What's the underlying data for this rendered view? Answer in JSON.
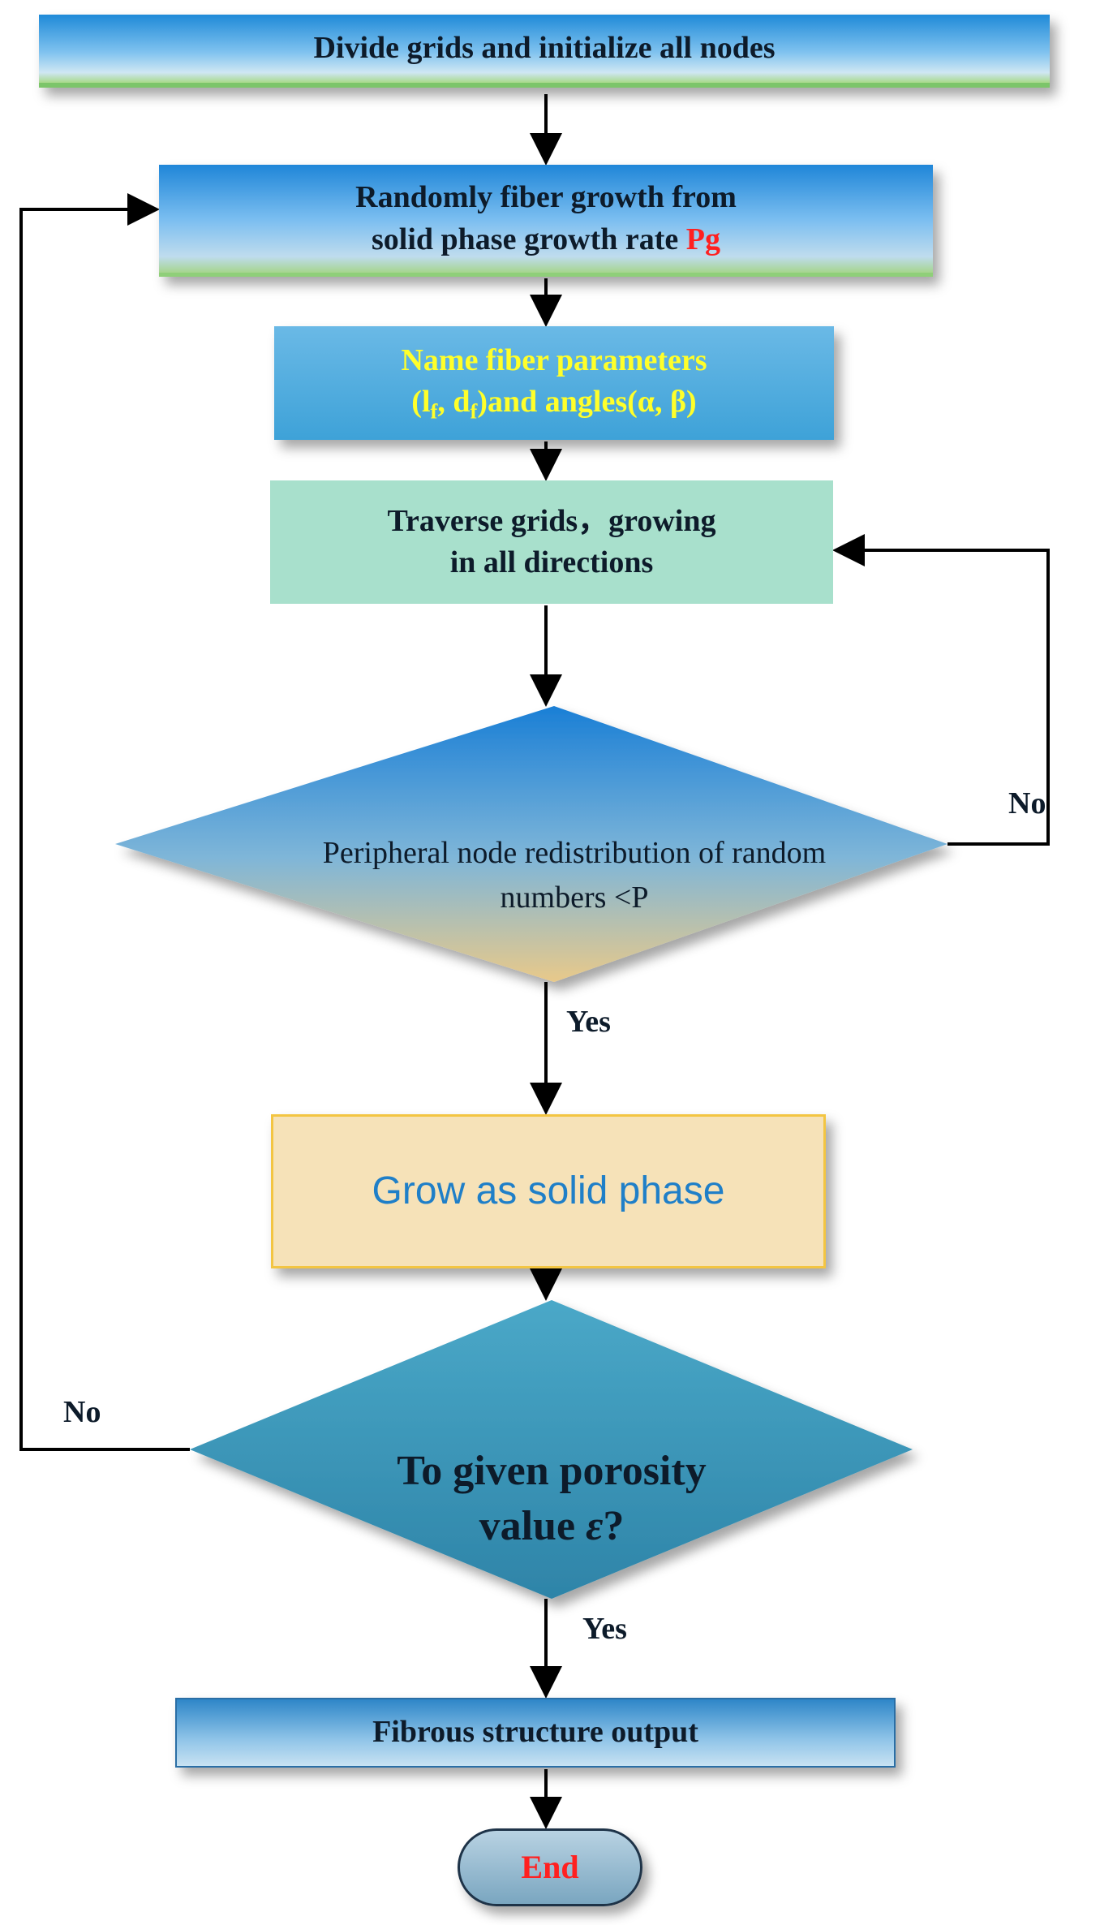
{
  "nodes": {
    "init": {
      "text": "Divide grids and initialize all nodes"
    },
    "growth": {
      "line1": "Randomly fiber growth from",
      "line2_prefix": "solid phase growth rate ",
      "line2_highlight": "Pg"
    },
    "params": {
      "line1": "Name fiber parameters",
      "open": "(",
      "l": "l",
      "l_sub": "f",
      "sep": ", ",
      "d": "d",
      "d_sub": "f",
      "mid": ")and angles(",
      "alpha": "α",
      "comma": ", ",
      "beta": "β",
      "close": ")"
    },
    "traverse": {
      "line1": "Traverse grids，growing",
      "line2": "in all directions"
    },
    "decision1": {
      "line1": "Peripheral node redistribution of random",
      "line2": "numbers <P"
    },
    "grow": {
      "text": "Grow as solid phase"
    },
    "decision2": {
      "line1": "To given porosity",
      "line2_prefix": "value ",
      "symbol": "ε",
      "line2_suffix": "?"
    },
    "output": {
      "text": "Fibrous structure output"
    },
    "end": {
      "text": "End"
    }
  },
  "labels": {
    "d1_no": "No",
    "d1_yes": "Yes",
    "d2_no": "No",
    "d2_yes": "Yes"
  },
  "colors": {
    "accent_red": "#ff2020",
    "param_text": "#ffff2a",
    "grow_text": "#1f7fc8",
    "traverse_fill": "#a8e0cc",
    "grow_fill": "#f6e2b8"
  }
}
